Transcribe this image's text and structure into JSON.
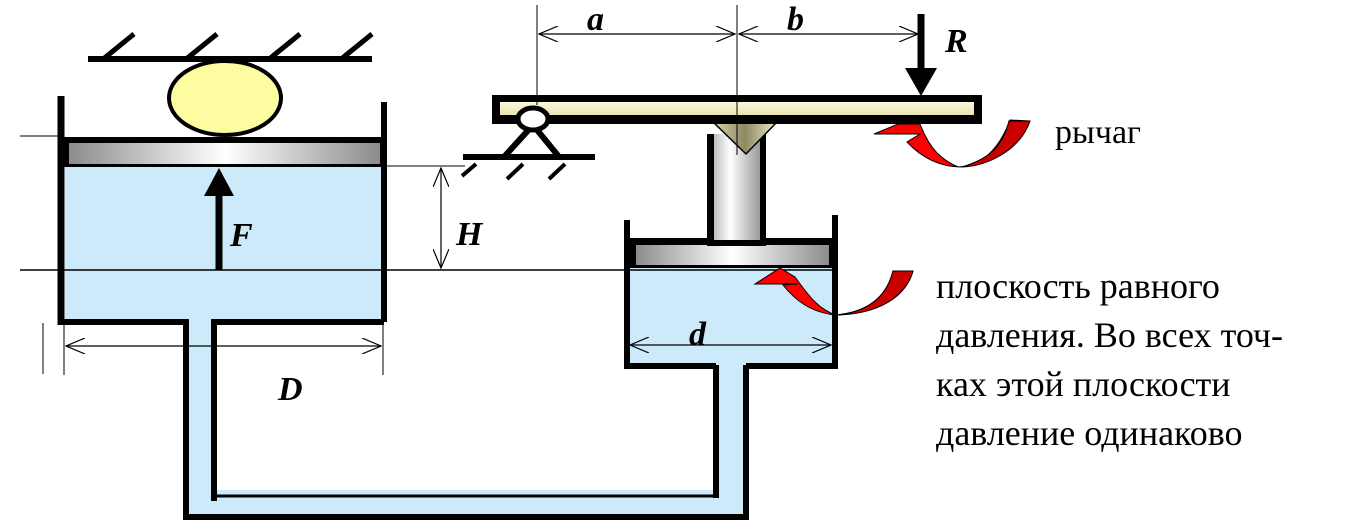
{
  "diagram": {
    "title": "Hydraulic press with lever",
    "labels": {
      "a": "a",
      "b": "b",
      "R": "R",
      "F": "F",
      "H": "H",
      "D": "D",
      "d": "d"
    },
    "callouts": {
      "lever": "рычаг",
      "plane_lines": [
        "плоскость равного",
        "давления. Во всех точ-",
        "ках этой плоскости",
        "давление одинаково"
      ]
    },
    "colors": {
      "liquid": "#cdeafb",
      "load": "#fdfca0",
      "lever": "#f6f3c8",
      "arrow_red": "#ff0000",
      "arrow_dark_red": "#c80000",
      "outline": "#000000"
    }
  }
}
